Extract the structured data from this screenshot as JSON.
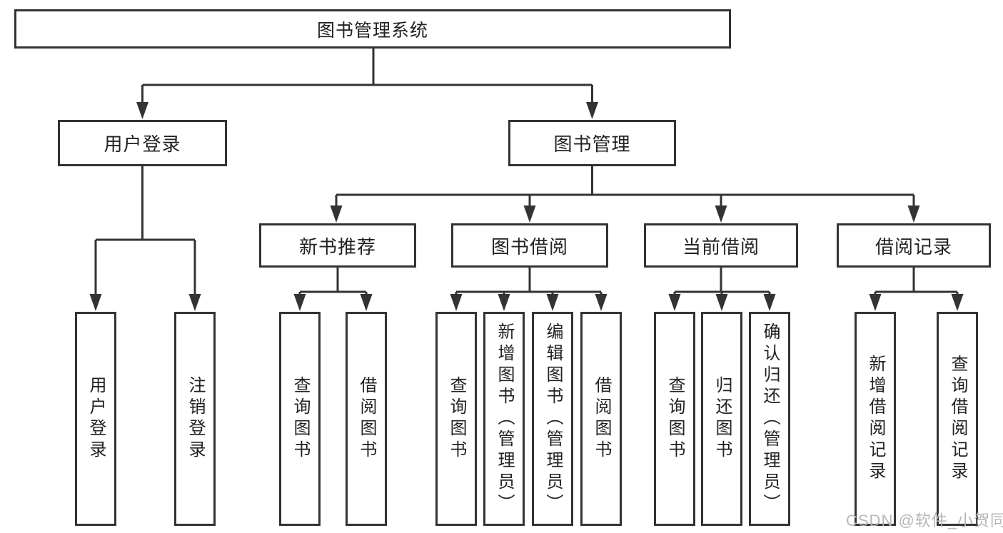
{
  "diagram": {
    "line_color": "#333333",
    "text_color": "#222222",
    "root": {
      "label": "图书管理系统"
    },
    "level2": [
      "用户登录",
      "图书管理"
    ],
    "level3": [
      "新书推荐",
      "图书借阅",
      "当前借阅",
      "借阅记录"
    ],
    "leaves": {
      "user_login": [
        "用户登录",
        "注销登录"
      ],
      "new_book_recommend": [
        "查询图书",
        "借阅图书"
      ],
      "book_borrow": [
        "查询图书",
        "新增图书（管理员）",
        "编辑图书（管理员）",
        "借阅图书"
      ],
      "current_borrow": [
        "查询图书",
        "归还图书",
        "确认归还（管理员）"
      ],
      "borrow_records": [
        "新增借阅记录",
        "查询借阅记录"
      ]
    }
  },
  "watermark": {
    "text": "CSDN @软件_小贺同学",
    "color": "#b4b4b4"
  }
}
